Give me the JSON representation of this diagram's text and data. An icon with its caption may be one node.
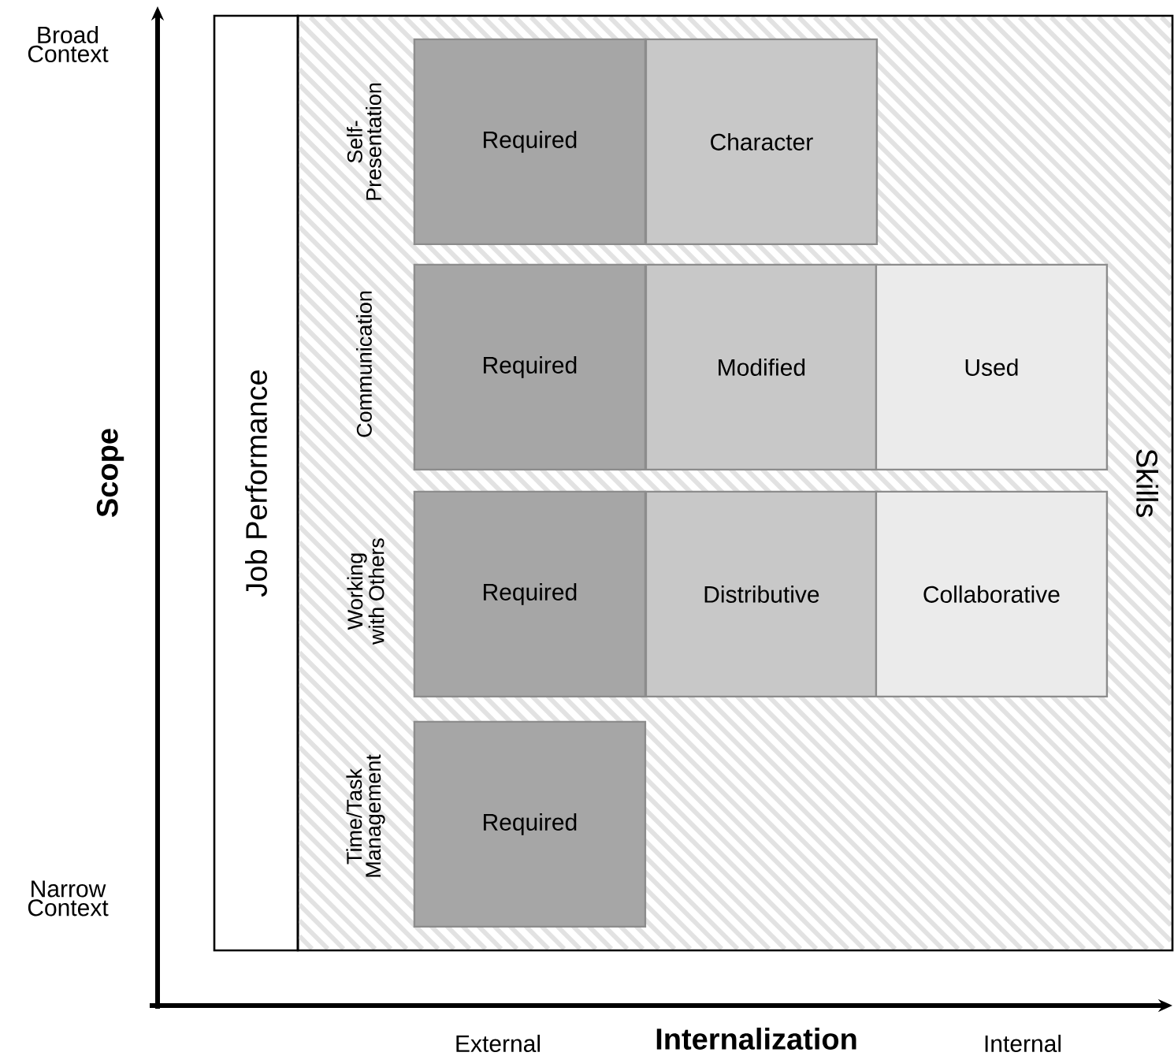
{
  "diagram": {
    "nodes": [
      {
        "text": [
          "Job Performance"
        ]
      },
      {
        "text": [
          "Skills"
        ]
      },
      {
        "text": [
          "Required"
        ],
        "in": 1
      },
      {
        "text": [
          "Character"
        ],
        "in": 1
      },
      {
        "text": [
          "Required"
        ],
        "in": 1
      },
      {
        "text": [
          "Modified"
        ],
        "in": 1
      },
      {
        "text": [
          "Used"
        ],
        "in": 1
      },
      {
        "text": [
          "Required"
        ],
        "in": 1
      },
      {
        "text": [
          "Distributive"
        ],
        "in": 1
      },
      {
        "text": [
          "Collaborative"
        ],
        "in": 1
      },
      {
        "text": [
          "Required"
        ],
        "in": 1
      }
    ],
    "edges": [],
    "labels": [
      "Broad Context",
      "Scope",
      "Narrow Context",
      "Self-Presentation",
      "Communication",
      "Working with Others",
      "Time/Task Management",
      "External",
      "Internalization",
      "Internal"
    ]
  }
}
